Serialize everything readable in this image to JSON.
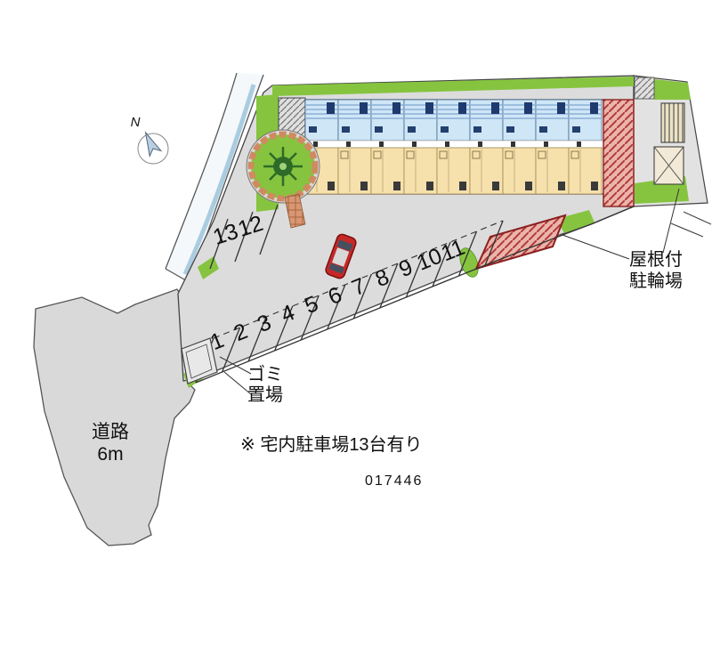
{
  "plan": {
    "id": "017446",
    "note": "※ 宅内駐車場13台有り"
  },
  "compass": {
    "north_label": "N"
  },
  "roads": {
    "left_road_label_line1": "道路",
    "left_road_label_line2": "6m"
  },
  "parking": {
    "spaces": [
      "1",
      "2",
      "3",
      "4",
      "5",
      "6",
      "7",
      "8",
      "9",
      "10",
      "11",
      "12",
      "13"
    ]
  },
  "labels": {
    "bike_parking": {
      "line1": "屋根付",
      "line2": "駐輪場"
    },
    "garbage": {
      "line1": "ゴミ",
      "line2": "置場"
    }
  },
  "colors": {
    "greenery": "#86c440",
    "pavement": "#d9d9d9",
    "building_upper": "#cfe6f7",
    "building_lower": "#f6e0ac",
    "covered_structure": "#eab4aa",
    "hatch_red": "#b23a3a",
    "car_red": "#c62828",
    "walkway_brick": "#d89673"
  }
}
